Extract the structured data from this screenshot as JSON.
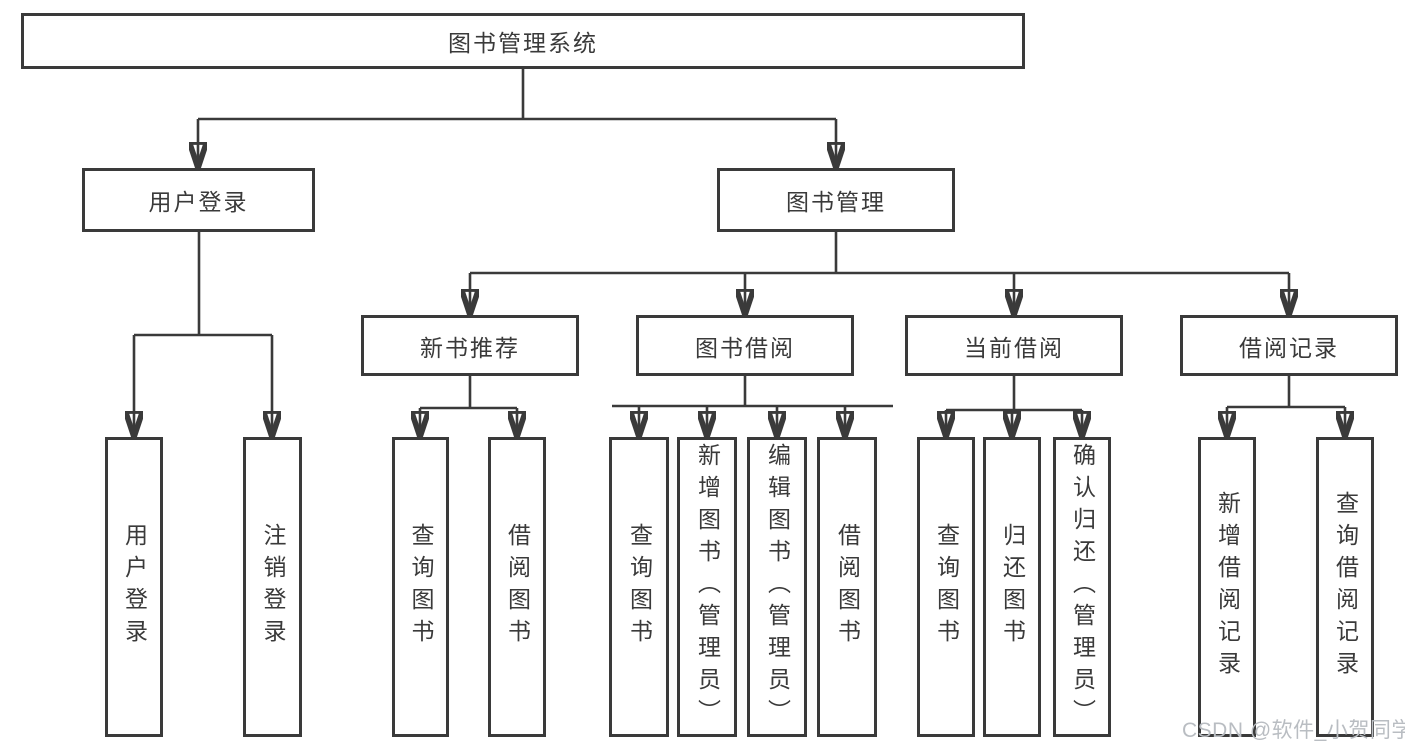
{
  "diagram": {
    "root": {
      "label": "图书管理系统"
    },
    "branches": [
      {
        "label": "用户登录",
        "children": [
          {
            "label": "用户登录"
          },
          {
            "label": "注销登录"
          }
        ]
      },
      {
        "label": "图书管理",
        "children": [
          {
            "label": "新书推荐",
            "children": [
              {
                "label": "查询图书"
              },
              {
                "label": "借阅图书"
              }
            ]
          },
          {
            "label": "图书借阅",
            "children": [
              {
                "label": "查询图书"
              },
              {
                "label": "新增图书（管理员）"
              },
              {
                "label": "编辑图书（管理员）"
              },
              {
                "label": "借阅图书"
              }
            ]
          },
          {
            "label": "当前借阅",
            "children": [
              {
                "label": "查询图书"
              },
              {
                "label": "归还图书"
              },
              {
                "label": "确认归还（管理员）"
              }
            ]
          },
          {
            "label": "借阅记录",
            "children": [
              {
                "label": "新增借阅记录"
              },
              {
                "label": "查询借阅记录"
              }
            ]
          }
        ]
      }
    ]
  },
  "watermark": {
    "text": "CSDN @软件_小贺同学"
  },
  "colors": {
    "line": "#3a3a3a",
    "text": "#3a3a3a",
    "box_border": "#3a3a3a",
    "box_fill": "#ffffff",
    "watermark": "#b9bdc2",
    "background": "#ffffff"
  }
}
